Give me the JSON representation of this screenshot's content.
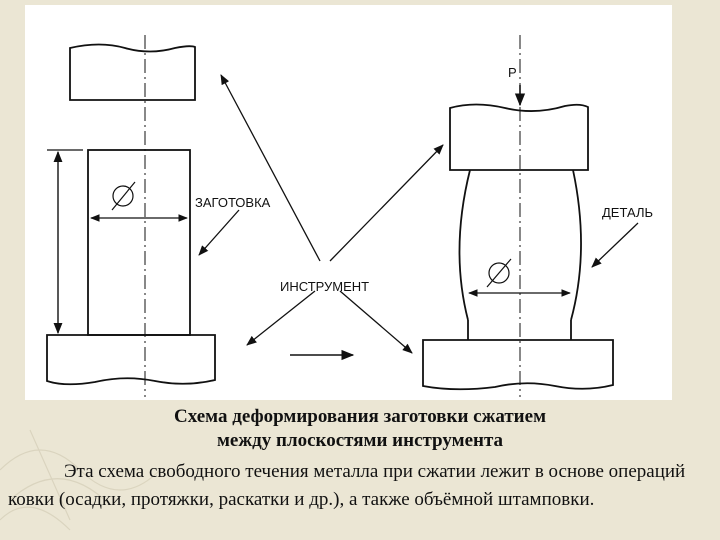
{
  "diagram": {
    "labels": {
      "force": "P",
      "workpiece": "ЗАГОТОВКА",
      "part": "ДЕТАЛЬ",
      "tool": "ИНСТРУМЕНТ"
    }
  },
  "caption": {
    "line1": "Схема деформирования заготовки сжатием",
    "line2": "между плоскостями инструмента"
  },
  "body": {
    "text": "Эта схема свободного течения металла при сжатии лежит в основе операций ковки (осадки, протяжки, раскатки и др.), а также объёмной штамповки."
  }
}
